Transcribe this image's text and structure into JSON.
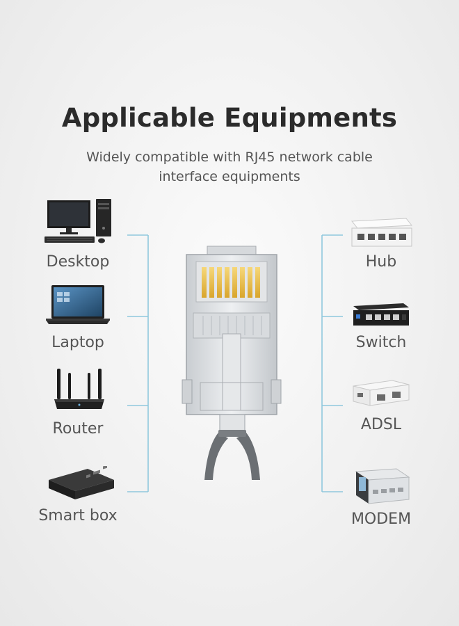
{
  "header": {
    "title": "Applicable Equipments",
    "subtitle": "Widely compatible with RJ45 network cable interface equipments"
  },
  "left_devices": [
    {
      "label": "Desktop",
      "icon": "desktop-computer-icon"
    },
    {
      "label": "Laptop",
      "icon": "laptop-icon"
    },
    {
      "label": "Router",
      "icon": "router-icon"
    },
    {
      "label": "Smart box",
      "icon": "smart-box-icon"
    }
  ],
  "right_devices": [
    {
      "label": "Hub",
      "icon": "hub-icon"
    },
    {
      "label": "Switch",
      "icon": "switch-icon"
    },
    {
      "label": "ADSL",
      "icon": "adsl-icon"
    },
    {
      "label": "MODEM",
      "icon": "modem-icon"
    }
  ],
  "center_image": "rj45-connector",
  "colors": {
    "connector_line": "#8fc8dd",
    "title": "#2b2b2b",
    "text": "#555555",
    "pins": "#e8b93e"
  }
}
